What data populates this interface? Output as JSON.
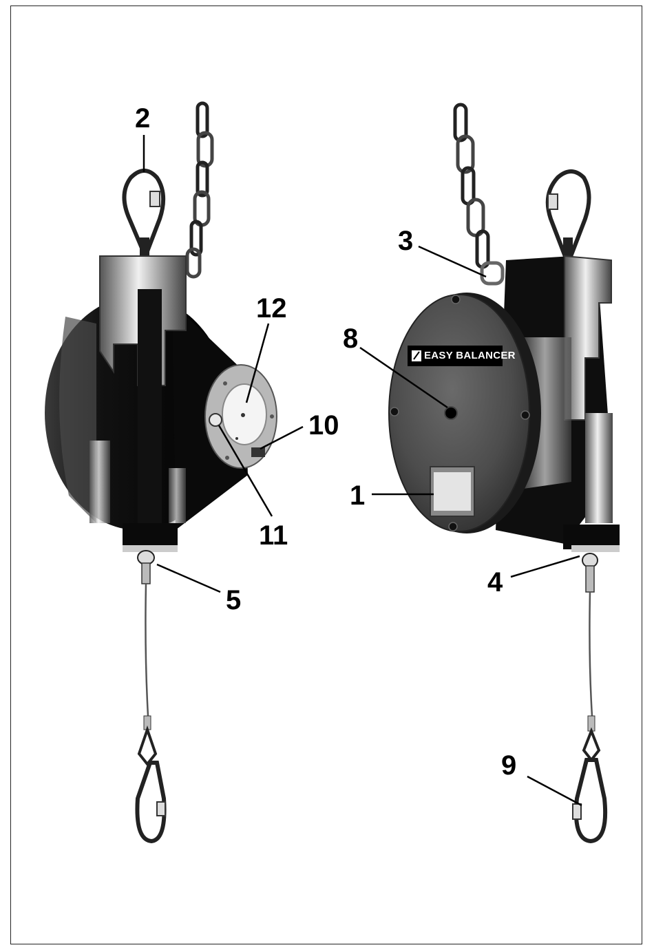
{
  "brand": {
    "label": "EASY BALANCER"
  },
  "callouts": [
    {
      "id": "c2",
      "label": "2"
    },
    {
      "id": "c12",
      "label": "12"
    },
    {
      "id": "c10",
      "label": "10"
    },
    {
      "id": "c11",
      "label": "11"
    },
    {
      "id": "c5",
      "label": "5"
    },
    {
      "id": "c3",
      "label": "3"
    },
    {
      "id": "c8",
      "label": "8"
    },
    {
      "id": "c1",
      "label": "1"
    },
    {
      "id": "c4",
      "label": "4"
    },
    {
      "id": "c9",
      "label": "9"
    }
  ],
  "colors": {
    "body": "#111111",
    "metal": "#8a8a8a",
    "chrome": "#d0d0d0",
    "background": "#ffffff"
  }
}
